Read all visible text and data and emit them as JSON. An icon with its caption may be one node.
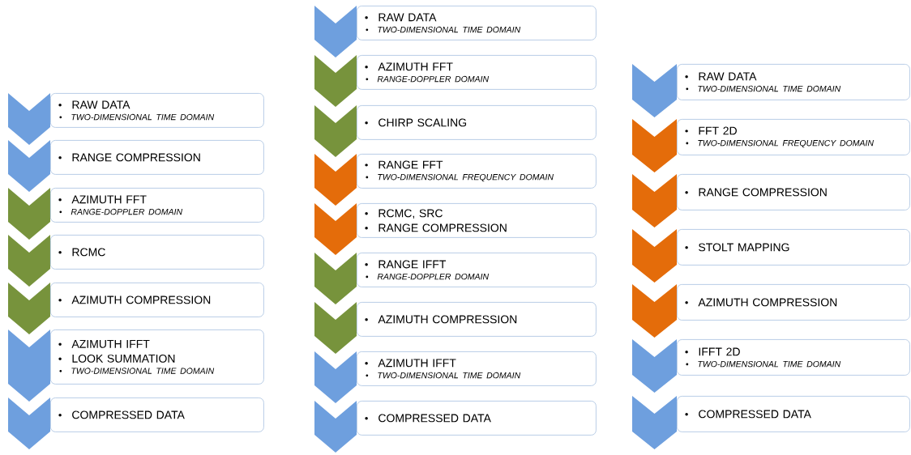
{
  "diagram": {
    "nodes": [
      {
        "text": [
          "RAW DATA",
          "TWO-DIMENSIONAL TIME DOMAIN"
        ]
      },
      {
        "text": [
          "RANGE COMPRESSION"
        ]
      },
      {
        "text": [
          "AZIMUTH FFT",
          "RANGE-DOPPLER DOMAIN"
        ]
      },
      {
        "text": [
          "RCMC"
        ]
      },
      {
        "text": [
          "AZIMUTH COMPRESSION"
        ]
      },
      {
        "text": [
          "AZIMUTH IFFT",
          "LOOK SUMMATION",
          "TWO-DIMENSIONAL TIME DOMAIN"
        ]
      },
      {
        "text": [
          "COMPRESSED DATA"
        ]
      },
      {
        "text": [
          "RAW DATA",
          "TWO-DIMENSIONAL TIME DOMAIN"
        ]
      },
      {
        "text": [
          "AZIMUTH FFT",
          "RANGE-DOPPLER DOMAIN"
        ]
      },
      {
        "text": [
          "CHIRP SCALING"
        ]
      },
      {
        "text": [
          "RANGE FFT",
          "TWO-DIMENSIONAL FREQUENCY DOMAIN"
        ]
      },
      {
        "text": [
          "RCMC, SRC",
          "RANGE COMPRESSION"
        ]
      },
      {
        "text": [
          "RANGE IFFT",
          "RANGE-DOPPLER DOMAIN"
        ]
      },
      {
        "text": [
          "AZIMUTH COMPRESSION"
        ]
      },
      {
        "text": [
          "AZIMUTH IFFT",
          "TWO-DIMENSIONAL TIME DOMAIN"
        ]
      },
      {
        "text": [
          "COMPRESSED DATA"
        ]
      },
      {
        "text": [
          "RAW DATA",
          "TWO-DIMENSIONAL TIME DOMAIN"
        ]
      },
      {
        "text": [
          "FFT 2D",
          "TWO-DIMENSIONAL FREQUENCY DOMAIN"
        ]
      },
      {
        "text": [
          "RANGE COMPRESSION"
        ]
      },
      {
        "text": [
          "STOLT MAPPING"
        ]
      },
      {
        "text": [
          "AZIMUTH COMPRESSION"
        ]
      },
      {
        "text": [
          "IFFT 2D",
          "TWO-DIMENSIONAL TIME DOMAIN"
        ]
      },
      {
        "text": [
          "COMPRESSED DATA"
        ]
      }
    ]
  }
}
